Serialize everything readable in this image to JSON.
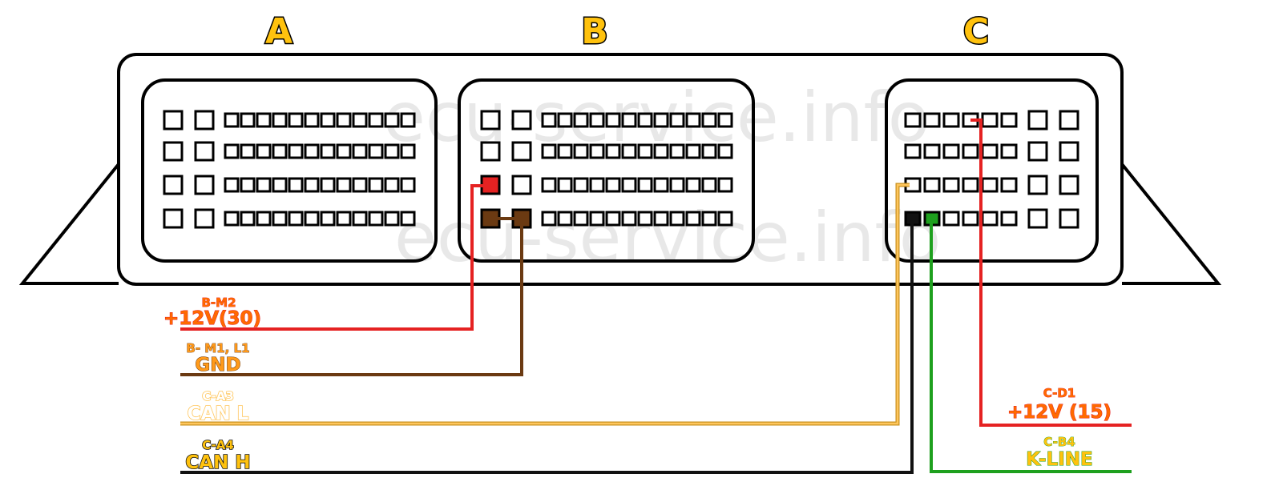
{
  "connectors": [
    {
      "id": "A",
      "label": "A"
    },
    {
      "id": "B",
      "label": "B"
    },
    {
      "id": "C",
      "label": "C"
    }
  ],
  "watermark": "ecu-service.info",
  "wires": [
    {
      "id": "b-m2",
      "pin_label": "B-M2",
      "signal_label": "+12V(30)",
      "color": "#e52222"
    },
    {
      "id": "gnd",
      "pin_label": "B- M1, L1",
      "signal_label": "GND",
      "color": "#6b3a12"
    },
    {
      "id": "can-l",
      "pin_label": "C-A3",
      "signal_label": "CAN L",
      "color": "#ffc65c"
    },
    {
      "id": "can-h",
      "pin_label": "C-A4",
      "signal_label": "CAN H",
      "color": "#111111"
    },
    {
      "id": "c-d1",
      "pin_label": "C-D1",
      "signal_label": "+12V (15)",
      "color": "#e52222"
    },
    {
      "id": "k-line",
      "pin_label": "C-B4",
      "signal_label": "K-LINE",
      "color": "#1ea01e"
    }
  ],
  "colors": {
    "outline": "#000000",
    "header_fill": "#ffc20e",
    "label_orange": "#ff6a00",
    "label_red_outline": "#e52222",
    "gnd_label": "#8b4513",
    "can_l_label": "#ffc65c",
    "k_line_label": "#22a022"
  }
}
